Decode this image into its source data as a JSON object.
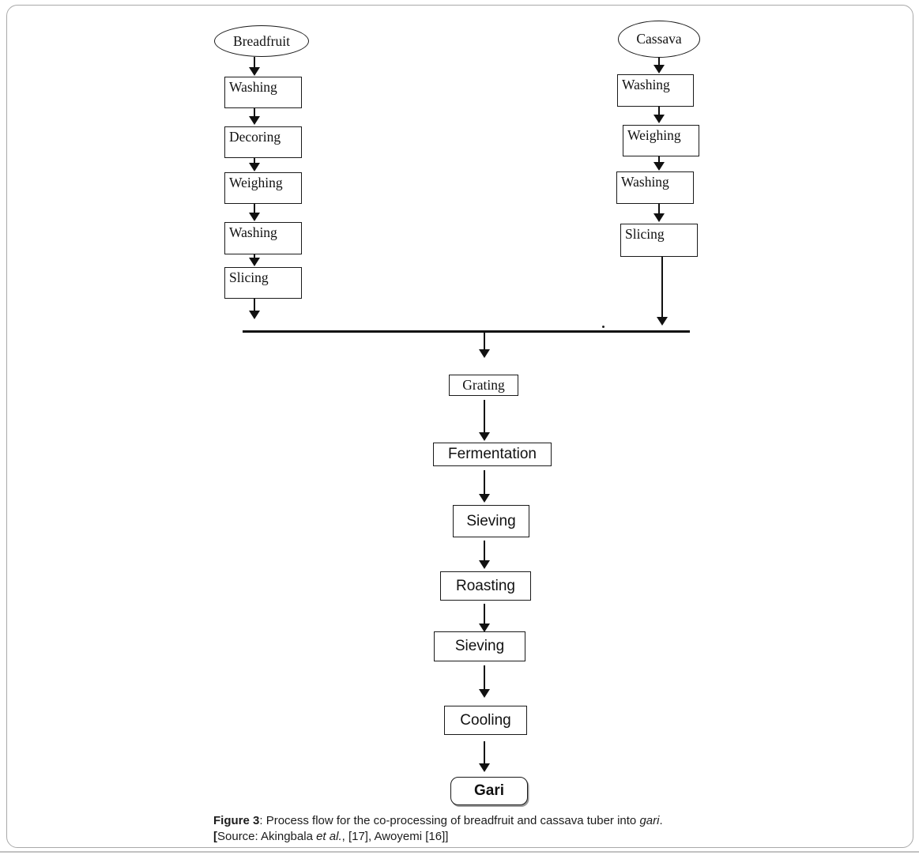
{
  "flow": {
    "left_branch": {
      "source_label": "Breadfruit",
      "steps": [
        "Washing",
        "Decoring",
        "Weighing",
        "Washing",
        "Slicing"
      ]
    },
    "right_branch": {
      "source_label": "Cassava",
      "steps": [
        "Washing",
        "Weighing",
        "Washing",
        "Slicing"
      ]
    },
    "main_branch": {
      "steps": [
        "Grating",
        "Fermentation",
        "Sieving",
        "Roasting",
        "Sieving",
        "Cooling"
      ],
      "final_product": "Gari"
    }
  },
  "caption": {
    "figure_label": "Figure 3",
    "text_before_italic": ": Process flow for the co-processing of breadfruit and cassava tuber into ",
    "italic_word": "gari",
    "period": ".",
    "source_open_bracket": "[",
    "source_before_italic": "Source: Akingbala ",
    "source_italic": "et al.",
    "source_after_italic": ", [17], Awoyemi [16]]"
  },
  "colors": {
    "line_color": "#111111",
    "frame_border": "#a9a9a9",
    "background": "#ffffff"
  }
}
